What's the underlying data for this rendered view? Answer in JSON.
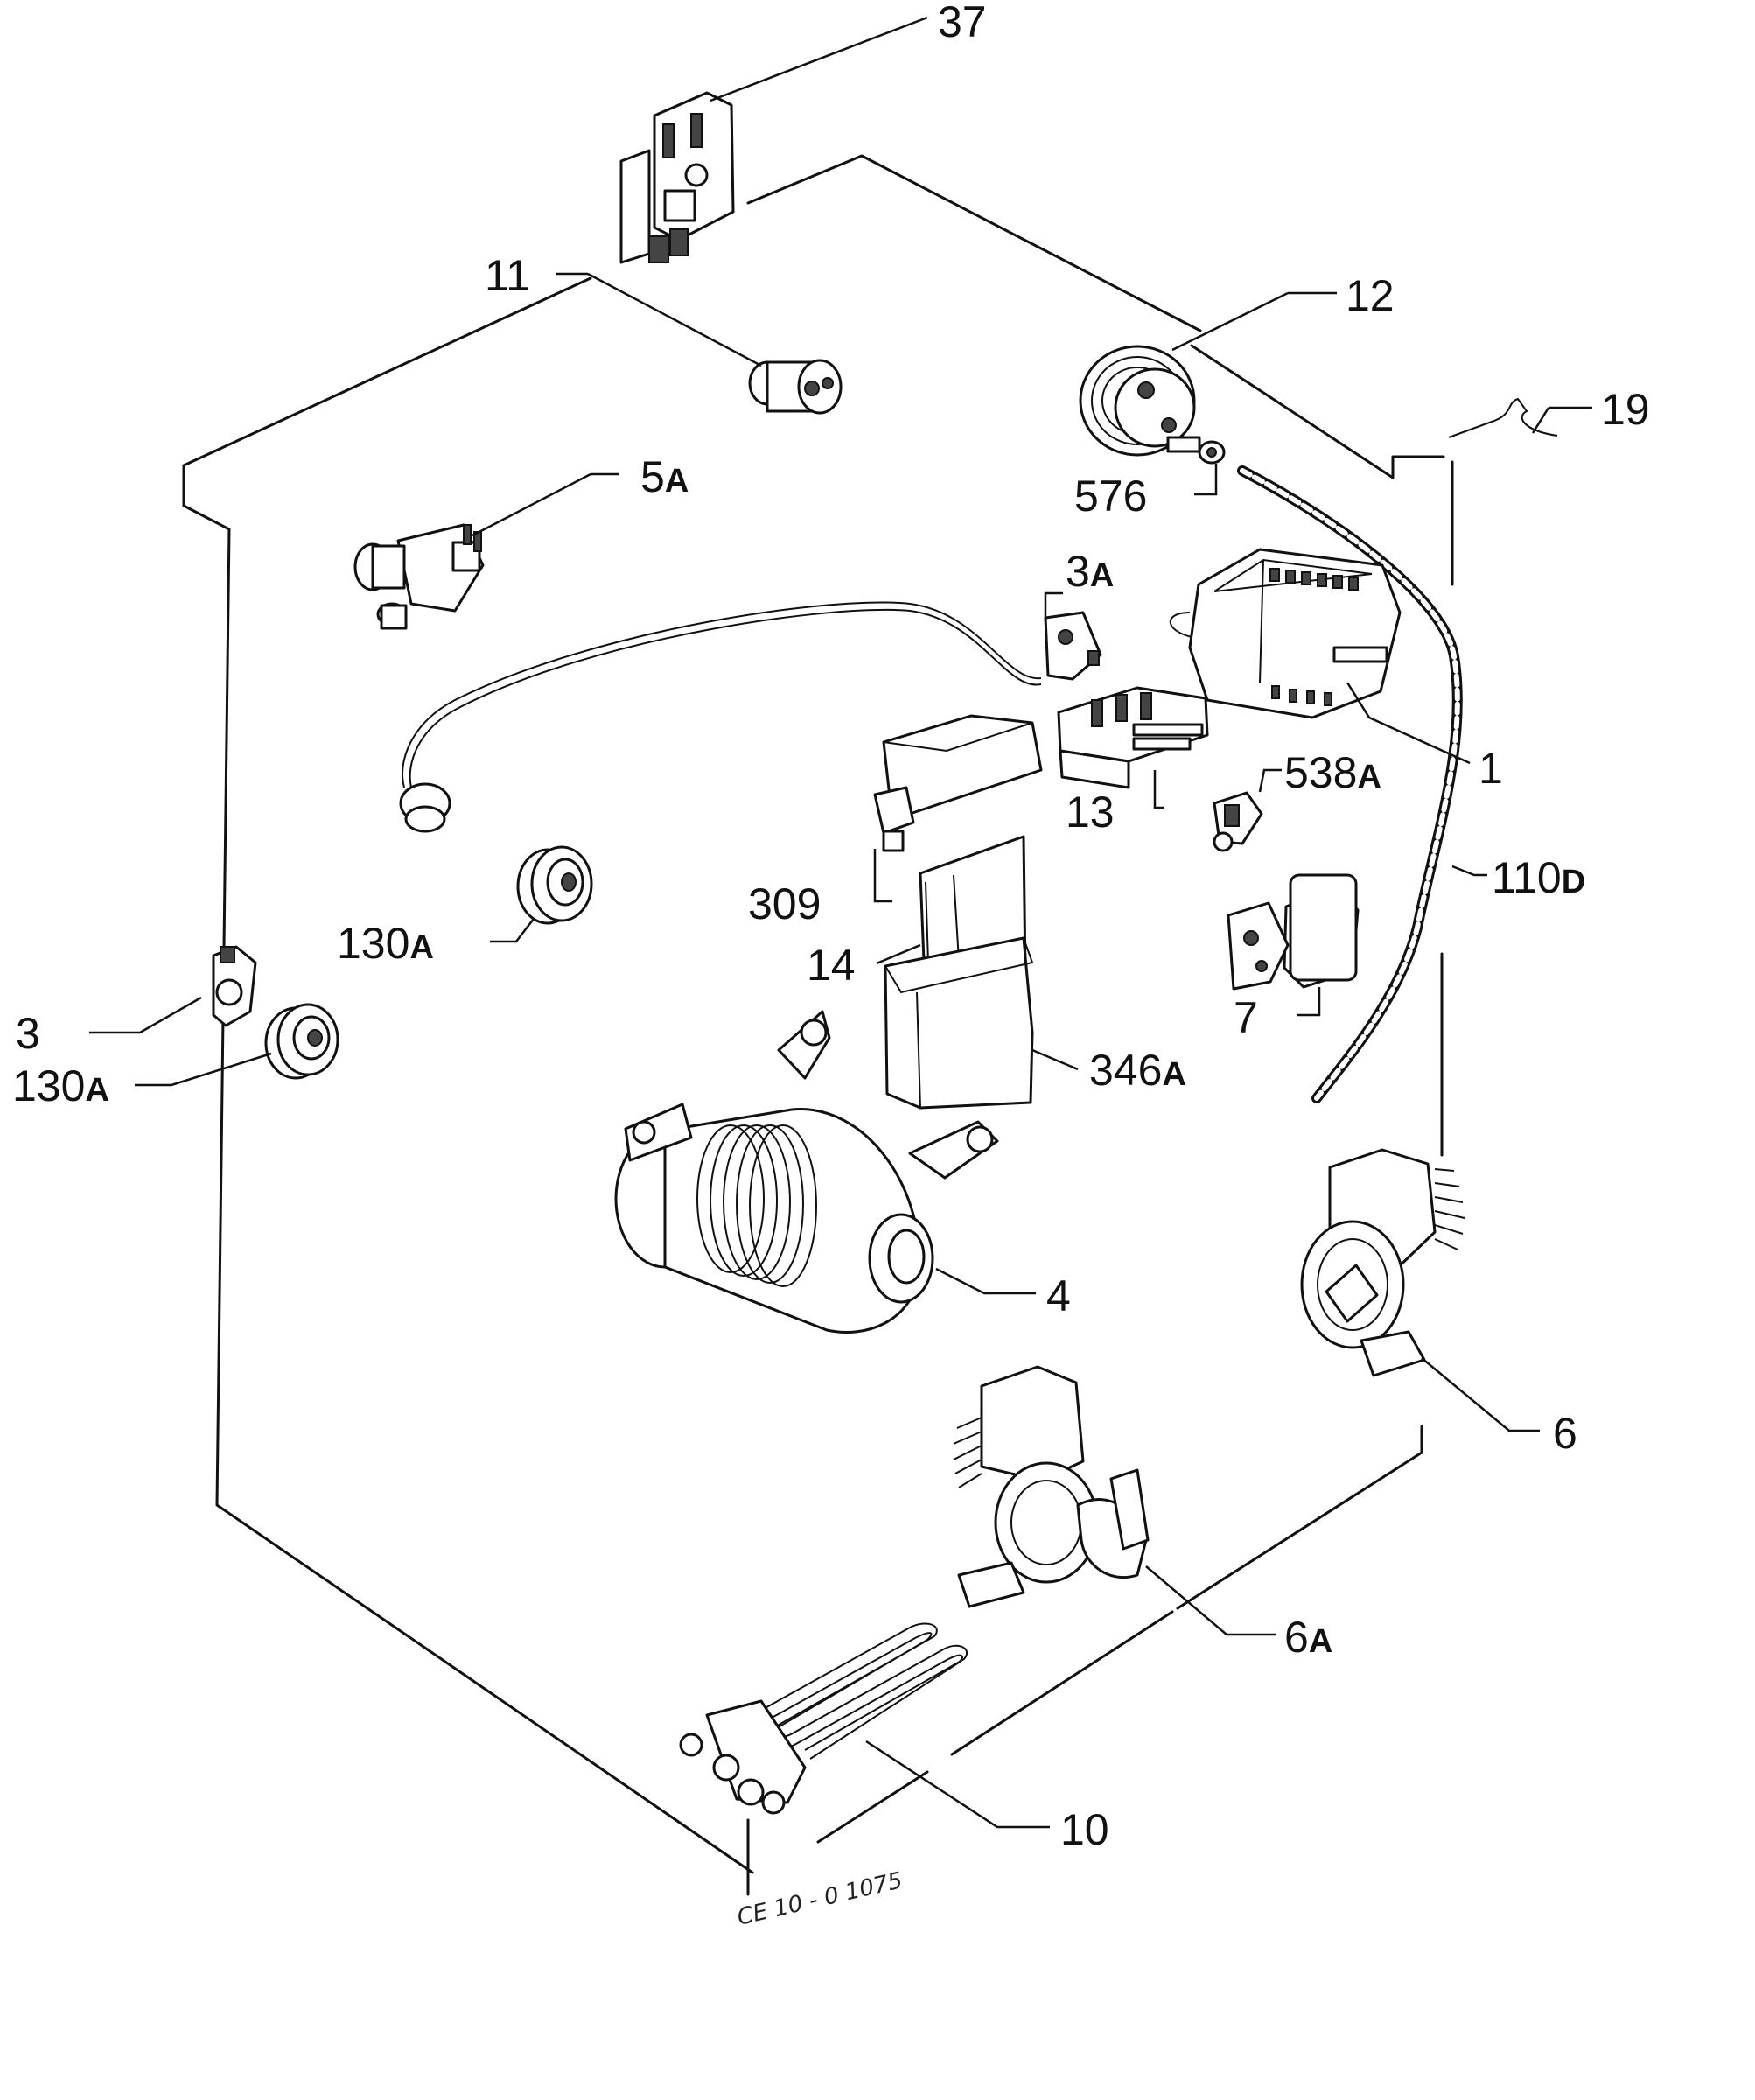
{
  "diagram_code": "CE 10 - 0 1075",
  "parts": [
    {
      "id": "37",
      "num": "37",
      "sfx": ""
    },
    {
      "id": "11",
      "num": "11",
      "sfx": ""
    },
    {
      "id": "12",
      "num": "12",
      "sfx": ""
    },
    {
      "id": "19",
      "num": "19",
      "sfx": ""
    },
    {
      "id": "5A",
      "num": "5",
      "sfx": "A"
    },
    {
      "id": "576",
      "num": "576",
      "sfx": ""
    },
    {
      "id": "3A",
      "num": "3",
      "sfx": "A"
    },
    {
      "id": "1",
      "num": "1",
      "sfx": ""
    },
    {
      "id": "538A",
      "num": "538",
      "sfx": "A"
    },
    {
      "id": "13",
      "num": "13",
      "sfx": ""
    },
    {
      "id": "110D",
      "num": "110",
      "sfx": "D"
    },
    {
      "id": "309",
      "num": "309",
      "sfx": ""
    },
    {
      "id": "130A-upper",
      "num": "130",
      "sfx": "A"
    },
    {
      "id": "14",
      "num": "14",
      "sfx": ""
    },
    {
      "id": "7",
      "num": "7",
      "sfx": ""
    },
    {
      "id": "3",
      "num": "3",
      "sfx": ""
    },
    {
      "id": "130A-lower",
      "num": "130",
      "sfx": "A"
    },
    {
      "id": "346A",
      "num": "346",
      "sfx": "A"
    },
    {
      "id": "4",
      "num": "4",
      "sfx": ""
    },
    {
      "id": "6",
      "num": "6",
      "sfx": ""
    },
    {
      "id": "6A",
      "num": "6",
      "sfx": "A"
    },
    {
      "id": "10",
      "num": "10",
      "sfx": ""
    }
  ]
}
